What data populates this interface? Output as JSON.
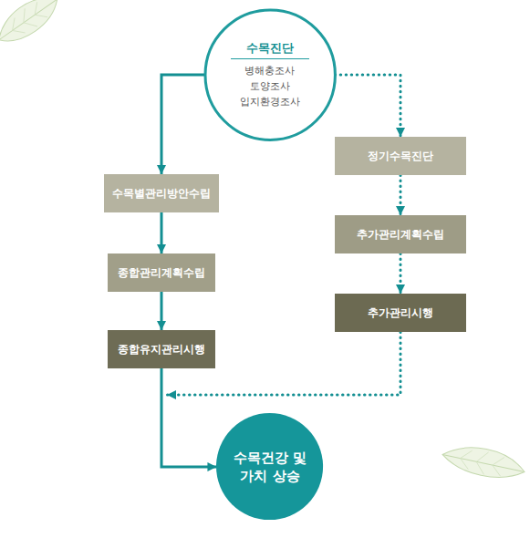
{
  "diagram": {
    "nodes": [
      {
        "text": [
          "수목진단",
          "병해충조사",
          "토양조사",
          "입지환경조사"
        ]
      },
      {
        "text": [
          "수목별관리방안수립"
        ]
      },
      {
        "text": [
          "종합관리계획수립"
        ]
      },
      {
        "text": [
          "종합유지관리시행"
        ]
      },
      {
        "text": [
          "정기수목진단"
        ]
      },
      {
        "text": [
          "추가관리계획수립"
        ]
      },
      {
        "text": [
          "추가관리시행"
        ]
      },
      {
        "text": [
          "수목건강 및 가치 상승"
        ]
      }
    ],
    "edges": [
      {
        "from": 0,
        "to": 1,
        "arrow": "to"
      },
      {
        "from": 1,
        "to": 2,
        "arrow": "to"
      },
      {
        "from": 2,
        "to": 3,
        "arrow": "to"
      },
      {
        "from": 3,
        "to": 7,
        "arrow": "to"
      },
      {
        "from": 0,
        "to": 4,
        "arrow": "to"
      },
      {
        "from": 4,
        "to": 5,
        "arrow": "to"
      },
      {
        "from": 5,
        "to": 6,
        "arrow": "to"
      },
      {
        "from": 6,
        "to": 7,
        "arrow": "to"
      }
    ]
  }
}
